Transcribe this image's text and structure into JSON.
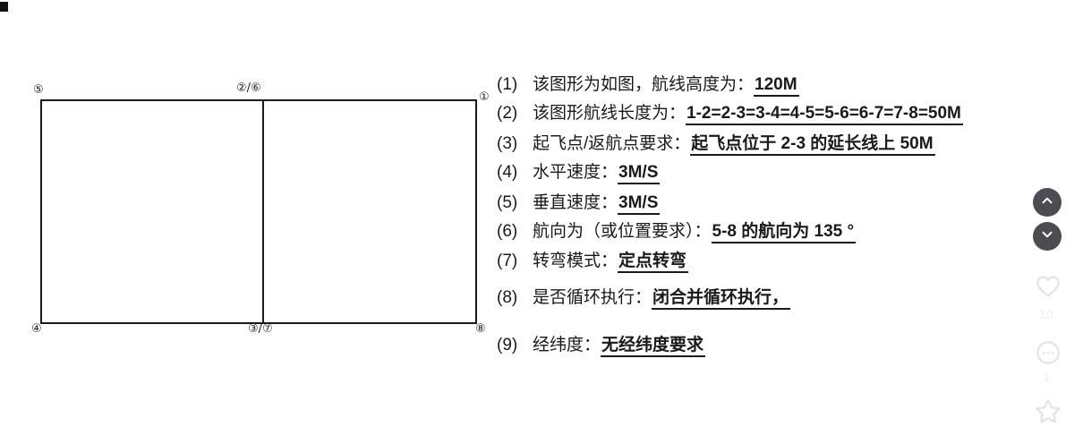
{
  "figure": {
    "labels": {
      "top_left": "⑤",
      "top_center": "②/⑥",
      "top_right": "①",
      "bottom_left": "④",
      "bottom_center": "③/⑦",
      "bottom_right": "⑧"
    }
  },
  "list": {
    "items": [
      {
        "num": "(1)",
        "label": "该图形为如图，航线高度为：",
        "value": "120M"
      },
      {
        "num": "(2)",
        "label": "该图形航线长度为：",
        "value": "1-2=2-3=3-4=4-5=5-6=6-7=7-8=50M"
      },
      {
        "num": "(3)",
        "label": "起飞点/返航点要求：",
        "value": "起飞点位于 2-3 的延长线上 50M"
      },
      {
        "num": "(4)",
        "label": "水平速度：",
        "value": "3M/S"
      },
      {
        "num": "(5)",
        "label": "垂直速度：",
        "value": "3M/S"
      },
      {
        "num": "(6)",
        "label": "航向为（或位置要求）：",
        "value": "5-8 的航向为 135 °"
      },
      {
        "num": "(7)",
        "label": "转弯模式：",
        "value": "定点转弯"
      },
      {
        "num": "(8)",
        "label": "是否循环执行：",
        "value": "闭合并循环执行，"
      },
      {
        "num": "(9)",
        "label": "经纬度：",
        "value": "无经纬度要求"
      }
    ]
  },
  "rail": {
    "like_count": "10",
    "comment_count": "1"
  },
  "colors": {
    "text": "#1a1a1a",
    "line": "#1a1a1a",
    "rail_button": "#4c4c53",
    "rail_icon_faint": "#e2e2e2"
  }
}
